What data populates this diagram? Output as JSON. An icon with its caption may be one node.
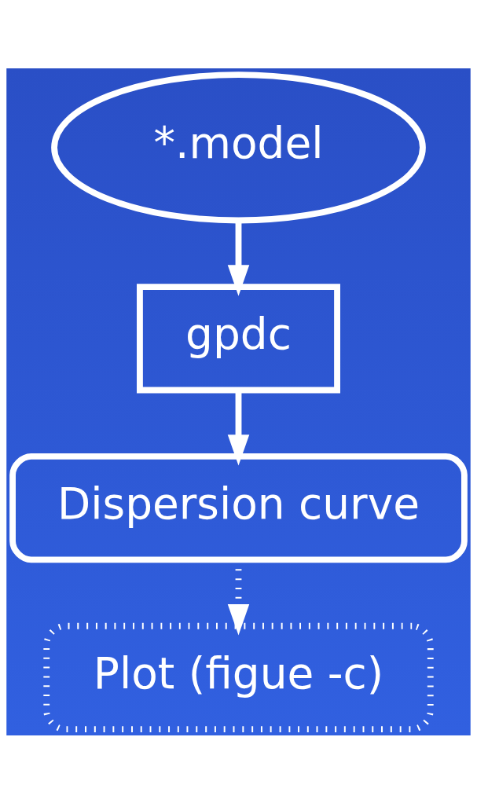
{
  "diagram": {
    "nodes": [
      {
        "text": [
          "*.model"
        ]
      },
      {
        "text": [
          "gpdc"
        ]
      },
      {
        "text": [
          "Dispersion curve"
        ]
      },
      {
        "text": [
          "Plot (figue -c)"
        ]
      }
    ],
    "edges": [
      {
        "from": 0,
        "to": 1,
        "arrow": "to"
      },
      {
        "from": 1,
        "to": 2,
        "arrow": "to"
      },
      {
        "from": 2,
        "to": 3,
        "arrow": "to",
        "style": "dashed"
      }
    ]
  }
}
